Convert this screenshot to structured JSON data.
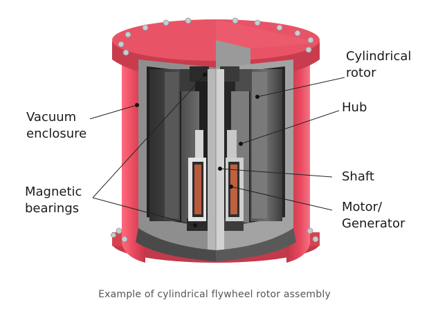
{
  "diagram": {
    "labels": {
      "cylindrical_rotor": "Cylindrical\nrotor",
      "hub": "Hub",
      "vacuum_enclosure": "Vacuum\nenclosure",
      "shaft": "Shaft",
      "magnetic_bearings": "Magnetic\nbearings",
      "motor_generator": "Motor/\nGenerator"
    },
    "caption": "Example of cylindrical flywheel rotor assembly"
  },
  "colors": {
    "enclosure_red": "#e84a5f",
    "enclosure_top": "#d8434f",
    "cutaway_gray": "#8f8f8f",
    "rotor_dark": "#3e3e3e",
    "winding_copper": "#b85a3c"
  }
}
